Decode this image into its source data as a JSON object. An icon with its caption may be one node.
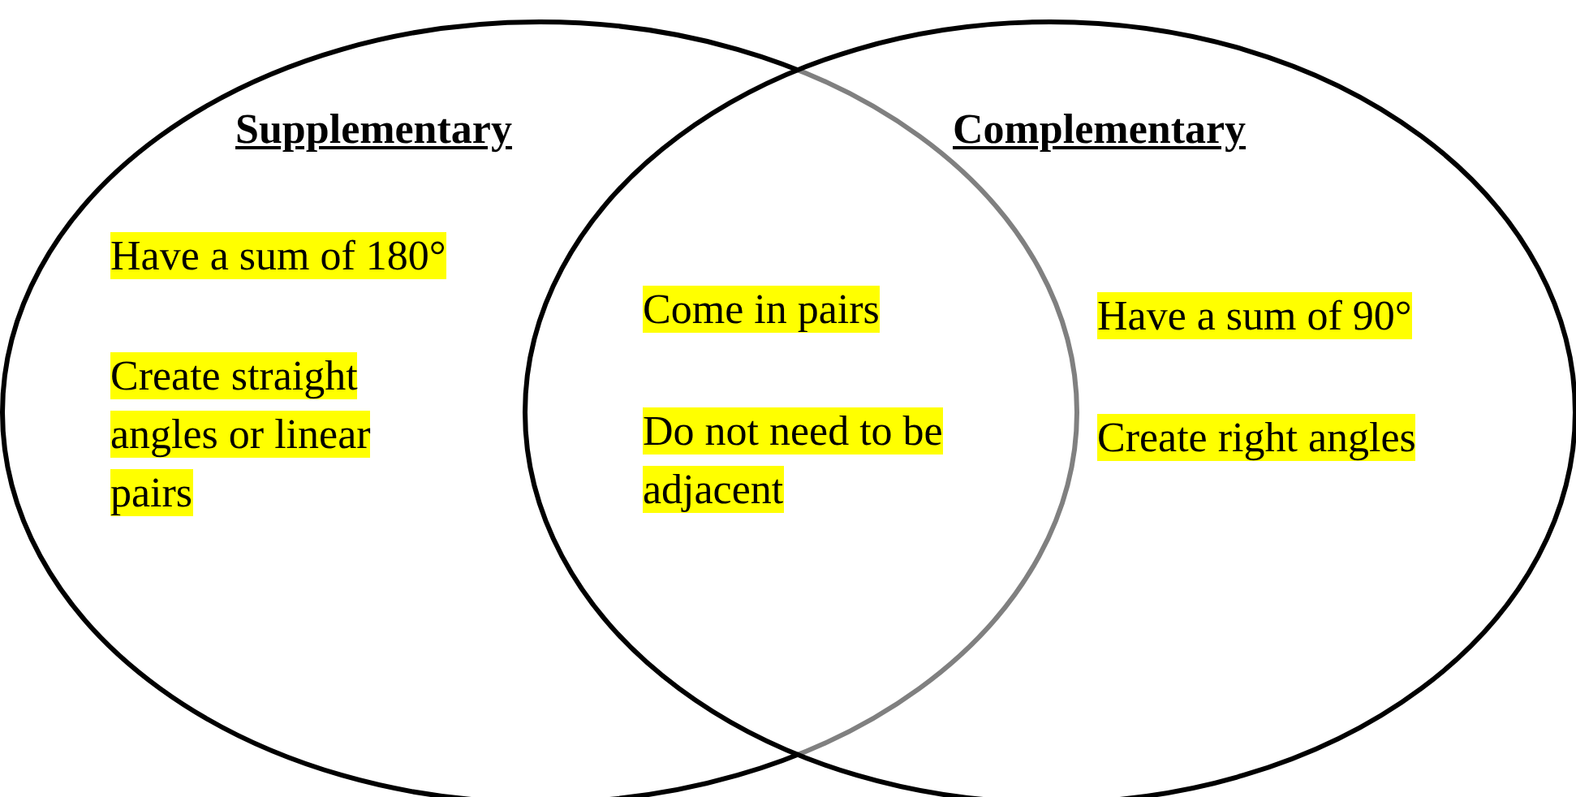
{
  "diagram": {
    "nodes": [
      {
        "text": [
          "Supplementary",
          "Have a sum of 180°",
          "Create straight angles or linear pairs"
        ]
      },
      {
        "text": [
          "Complementary",
          "Have a sum of 90°",
          "Create right angles"
        ]
      }
    ],
    "labels": [
      "Come in pairs",
      "Do not need to be adjacent"
    ]
  }
}
